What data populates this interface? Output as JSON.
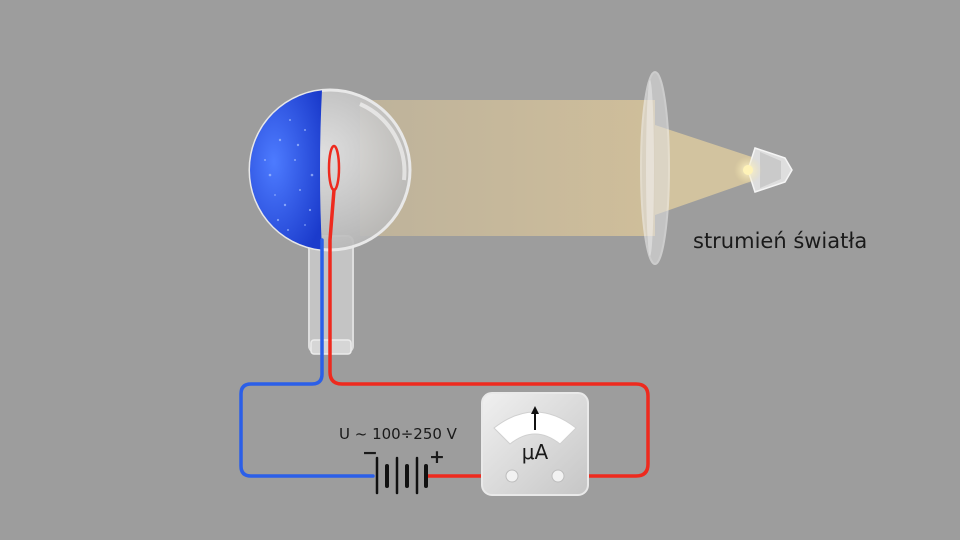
{
  "labels": {
    "light_stream": "strumień światła",
    "voltage": "U ~ 100÷250 V",
    "minus": "−",
    "plus": "+",
    "meter_unit": "μA"
  },
  "colors": {
    "background": "#9d9d9d",
    "cathode": "#2a4fe0",
    "wire_negative": "#2b5fe8",
    "wire_positive": "#ee2a1e",
    "light_beam": "#d8c49a"
  }
}
